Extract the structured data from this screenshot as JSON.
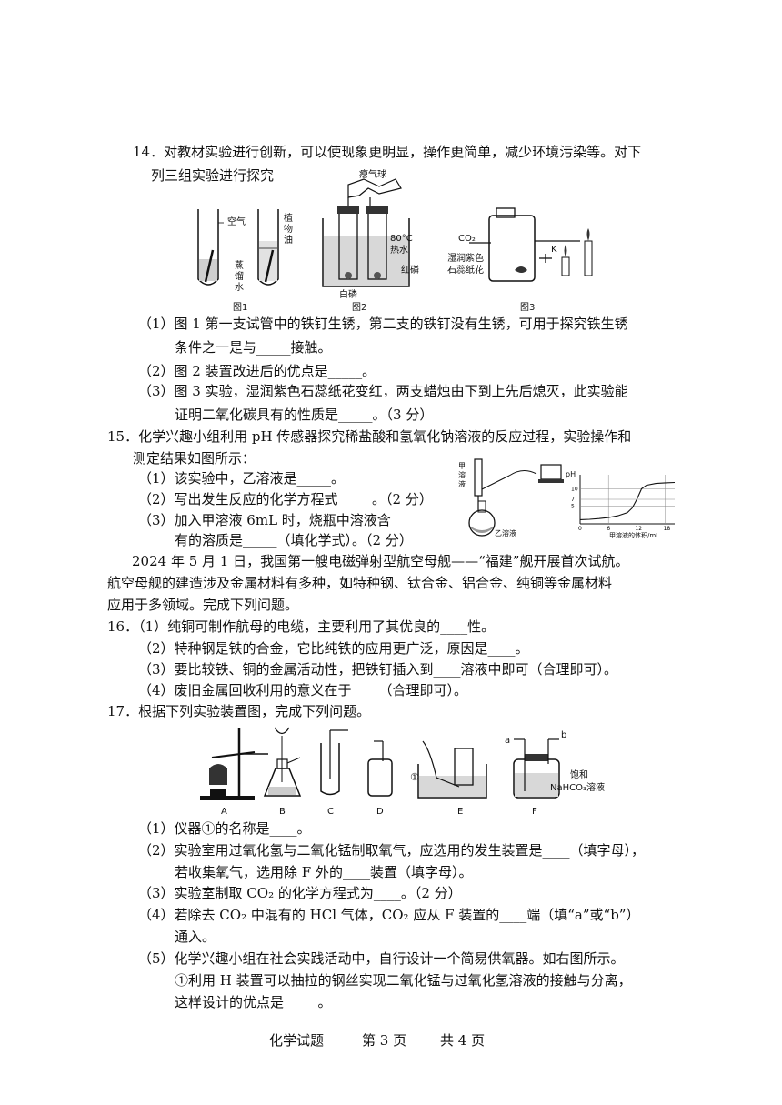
{
  "q14": {
    "intro1": "14．对教材实验进行创新，可以使现象更明显，操作更简单，减少环境污染等。对下",
    "intro2": "列三组实验进行探究",
    "fig1": {
      "caption": "图1",
      "air": "空气",
      "oil_1": "植",
      "oil_2": "物",
      "oil_3": "油",
      "water_1": "蒸",
      "water_2": "馏",
      "water_3": "水"
    },
    "fig2": {
      "caption": "图2",
      "balloon": "瘪气球",
      "temp": "80°C",
      "hot_water": "热水",
      "red_p": "红磷",
      "white_p": "白磷"
    },
    "fig3": {
      "caption": "图3",
      "co2": "CO₂",
      "litmus_1": "湿润紫色",
      "litmus_2": "石蕊纸花",
      "k": "K"
    },
    "p1a": "（1）图 1 第一支试管中的铁钉生锈，第二支的铁钉没有生锈，可用于探究铁生锈",
    "p1b": "条件之一是与_____接触。",
    "p2": "（2）图 2 装置改进后的优点是_____。",
    "p3a": "（3）图 3 实验，湿润紫色石蕊纸花变红，两支蜡烛由下到上先后熄灭，此实验能",
    "p3b": "证明二氧化碳具有的性质是_____。（3 分）"
  },
  "q15": {
    "intro1": "15．化学兴趣小组利用 pH 传感器探究稀盐酸和氢氧化钠溶液的反应过程，实验操作和",
    "intro2": "测定结果如图所示：",
    "p1": "（1）该实验中，乙溶液是_____。",
    "p2": "（2）写出发生反应的化学方程式_____。（2 分）",
    "p3a": "（3）加入甲溶液 6mL 时，烧瓶中溶液含",
    "p3b": "有的溶质是_____（填化学式）。（2 分）",
    "fig": {
      "jia_1": "甲",
      "jia_2": "溶",
      "jia_3": "液",
      "yi": "乙溶液",
      "ph": "pH",
      "xlabel": "甲溶液的体积/mL"
    }
  },
  "chart_data": {
    "type": "line",
    "xlabel": "甲溶液的体积/mL",
    "ylabel": "pH",
    "x_ticks": [
      "0",
      "6",
      "12",
      "18"
    ],
    "y_ticks": [
      "10",
      "7",
      "5"
    ],
    "xlim": [
      0,
      20
    ],
    "ylim": [
      0,
      14
    ],
    "series": [
      {
        "x": [
          0,
          2,
          4,
          6,
          8,
          10,
          11,
          12,
          13,
          14,
          16,
          18,
          20
        ],
        "y": [
          1.2,
          1.3,
          1.5,
          1.8,
          2.3,
          3.2,
          4.5,
          7.0,
          10.0,
          11.0,
          11.5,
          11.7,
          11.8
        ]
      }
    ],
    "grid": true
  },
  "passage": {
    "l1": "2024 年 5 月 1 日，我国第一艘电磁弹射型航空母舰——“福建”舰开展首次试航。",
    "l2": "航空母舰的建造涉及金属材料有多种，如特种钢、钛合金、铝合金、纯铜等金属材料",
    "l3": "应用于多领域。完成下列问题。"
  },
  "q16": {
    "p1": "16．（1）纯铜可制作航母的电缆，主要利用了其优良的____性。",
    "p2": "（2）特种钢是铁的合金，它比纯铁的应用更广泛，原因是____。",
    "p3": "（3）要比较铁、铜的金属活动性，把铁钉插入到____溶液中即可（合理即可）。",
    "p4": "（4）废旧金属回收利用的意义在于____（合理即可）。"
  },
  "q17": {
    "intro": "17．根据下列实验装置图，完成下列问题。",
    "fig": {
      "A": "A",
      "B": "B",
      "C": "C",
      "D": "D",
      "E": "E",
      "F": "F",
      "circle1": "①",
      "a": "a",
      "b": "b",
      "sat": "饱和",
      "nahco3": "NaHCO₃溶液"
    },
    "p1": "（1）仪器①的名称是____。",
    "p2a": "（2）实验室用过氧化氢与二氧化锰制取氧气，应选用的发生装置是____（填字母），",
    "p2b": "若收集氧气，选用除 F 外的____装置（填字母）。",
    "p3": "（3）实验室制取 CO₂ 的化学方程式为____。（2 分）",
    "p4a": "（4）若除去 CO₂ 中混有的 HCl 气体，CO₂ 应从 F 装置的____端（填“a”或“b”）",
    "p4b": "通入。",
    "p5a": "（5）化学兴趣小组在社会实践活动中，自行设计一个简易供氧器。如右图所示。",
    "p5b": "①利用 H 装置可以抽拉的钢丝实现二氧化锰与过氧化氢溶液的接触与分离，",
    "p5c": "这样设计的优点是_____。"
  },
  "footer": {
    "subject": "化学试题",
    "page": "第 3 页",
    "total": "共 4 页"
  }
}
